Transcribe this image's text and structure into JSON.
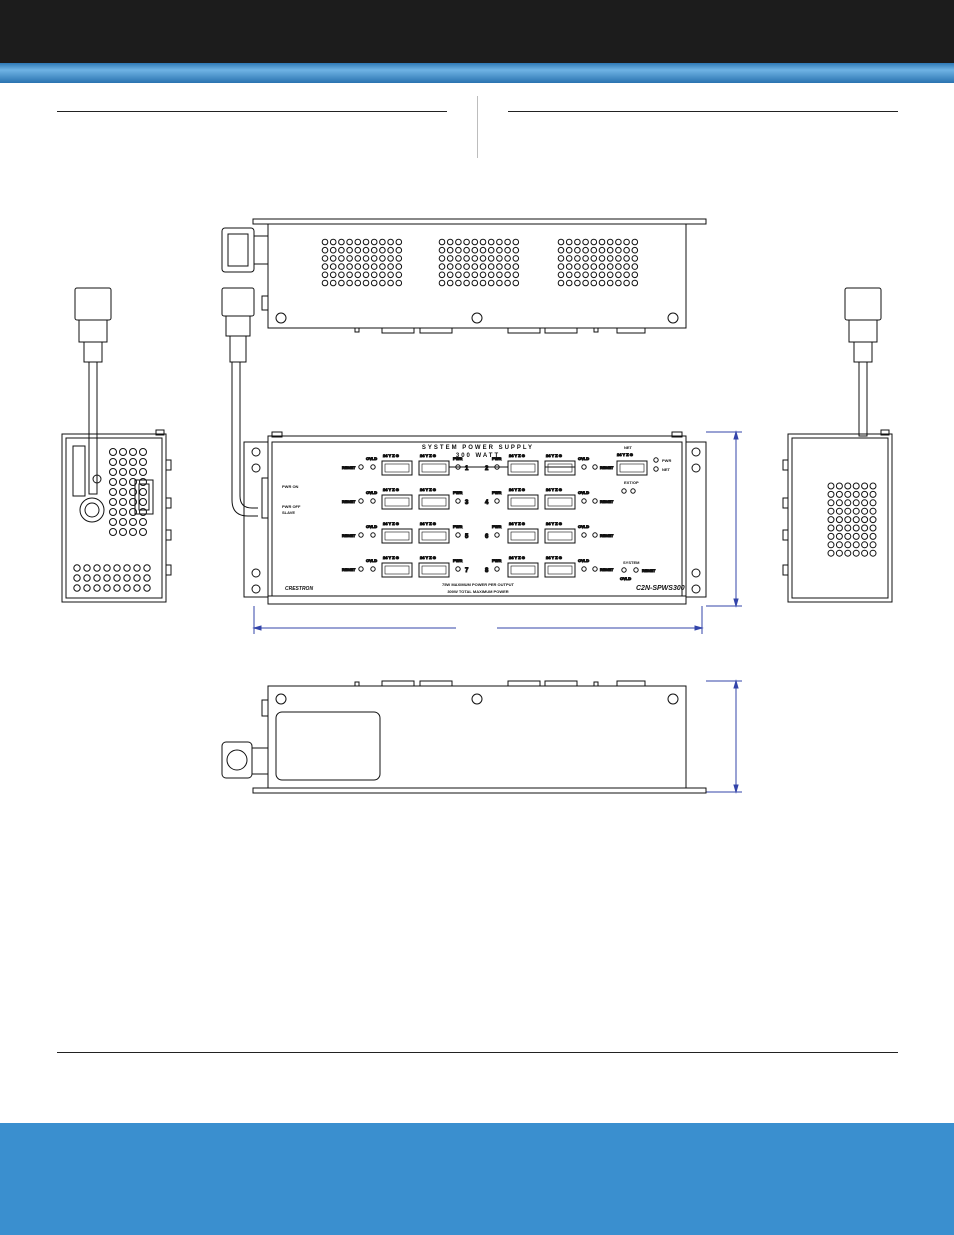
{
  "front_panel": {
    "heading": "SYSTEM POWER SUPPLY",
    "wattage": "300 WATT",
    "pwr_on": "PWR ON",
    "pwr_off": "PWR OFF",
    "slave": "SLAVE",
    "connector_pins": "24 Y Z G",
    "net_label": "NET",
    "reset": "RESET",
    "ovld": "OVLD",
    "pwr": "PWR",
    "net_side": "NET",
    "ext_label": "EXT/OP",
    "system_label": "SYSTEM",
    "port_numbers": [
      "1",
      "2",
      "3",
      "4",
      "5",
      "6",
      "7",
      "8"
    ],
    "brand": "CRESTRON",
    "model": "C2N-SPWS300",
    "note_line1": "75W MAXIMUM POWER PER OUTPUT",
    "note_line2": "300W TOTAL MAXIMUM POWER"
  },
  "colors": {
    "header": "#1c1c1c",
    "band": "#6fb3e4",
    "footer": "#3a8fcf",
    "dimension": "#3344aa"
  }
}
